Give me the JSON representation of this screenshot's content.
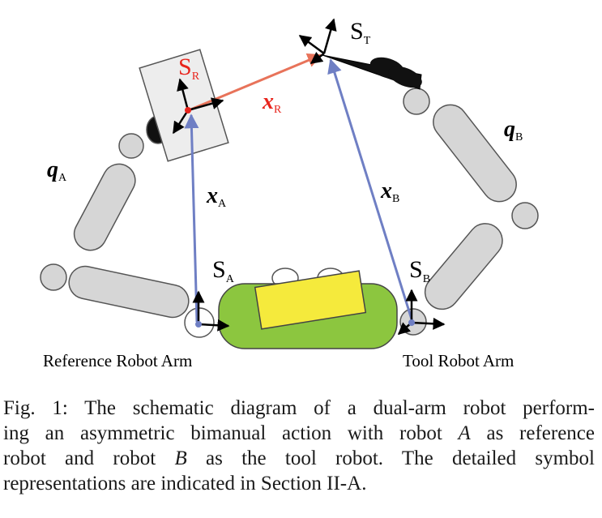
{
  "diagram": {
    "labels": {
      "S_R": {
        "main": "S",
        "sub": "R"
      },
      "S_T": {
        "main": "S",
        "sub": "T"
      },
      "S_A": {
        "main": "S",
        "sub": "A"
      },
      "S_B": {
        "main": "S",
        "sub": "B"
      },
      "x_R": {
        "main": "x",
        "sub": "R"
      },
      "x_A": {
        "main": "x",
        "sub": "A"
      },
      "x_B": {
        "main": "x",
        "sub": "B"
      },
      "q_A": {
        "main": "q",
        "sub": "A"
      },
      "q_B": {
        "main": "q",
        "sub": "B"
      }
    },
    "reference_arm_label": "Reference Robot Arm",
    "tool_arm_label": "Tool Robot Arm",
    "colors": {
      "reference_vector": "#e8735a",
      "position_vector": "#6f7fc4",
      "frame_red": "#e8241c",
      "base": "#8cc63f",
      "object": "#f5ea3c",
      "link": "#d6d6d6"
    }
  },
  "caption": {
    "line1": "Fig. 1: The schematic diagram of a dual-arm robot perform-",
    "line2_pre": "ing an asymmetric bimanual action with robot ",
    "line2_var": "A",
    "line2_post": " as reference",
    "line3_pre": "robot and robot ",
    "line3_var": "B",
    "line3_post": " as the tool robot. The detailed symbol",
    "line4": "representations are indicated in Section II-A."
  }
}
